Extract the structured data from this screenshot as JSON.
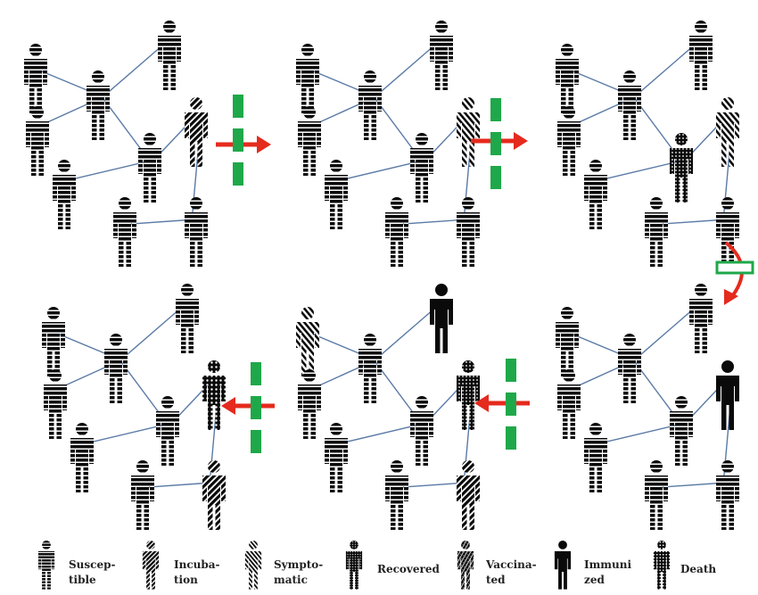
{
  "legend": [
    {
      "key": "susceptible",
      "label": "Suscep-\ntible",
      "pattern": "stripe-h"
    },
    {
      "key": "incubation",
      "label": "Incuba-\ntion",
      "pattern": "stripe-d1"
    },
    {
      "key": "symptomatic",
      "label": "Sympto-\nmatic",
      "pattern": "stripe-d2"
    },
    {
      "key": "recovered",
      "label": "Recovered",
      "pattern": "dots"
    },
    {
      "key": "vaccinated",
      "label": "Vaccina-\nted",
      "pattern": "mixed"
    },
    {
      "key": "immunized",
      "label": "Immuni\nzed",
      "pattern": "solid"
    },
    {
      "key": "death",
      "label": "Death",
      "pattern": "death"
    }
  ],
  "panels": [
    {
      "id": "panel-1",
      "people": [
        "susceptible",
        "susceptible",
        "susceptible",
        "susceptible",
        "susceptible",
        "incubation",
        "susceptible",
        "susceptible",
        "susceptible"
      ]
    },
    {
      "id": "panel-2",
      "people": [
        "susceptible",
        "susceptible",
        "susceptible",
        "susceptible",
        "susceptible",
        "symptomatic",
        "susceptible",
        "susceptible",
        "susceptible"
      ]
    },
    {
      "id": "panel-3",
      "people": [
        "susceptible",
        "susceptible",
        "susceptible",
        "susceptible",
        "recovered",
        "symptomatic",
        "susceptible",
        "susceptible",
        "susceptible"
      ]
    },
    {
      "id": "panel-4",
      "people": [
        "susceptible",
        "susceptible",
        "susceptible",
        "susceptible",
        "susceptible",
        "death",
        "susceptible",
        "susceptible",
        "incubation"
      ]
    },
    {
      "id": "panel-5",
      "people": [
        "symptomatic",
        "susceptible",
        "immunized",
        "susceptible",
        "susceptible",
        "recovered",
        "susceptible",
        "susceptible",
        "incubation"
      ]
    },
    {
      "id": "panel-6",
      "people": [
        "susceptible",
        "susceptible",
        "susceptible",
        "susceptible",
        "susceptible",
        "immunized",
        "susceptible",
        "susceptible",
        "susceptible"
      ]
    }
  ],
  "colors": {
    "figure": "#0a0a0a",
    "link": "#5a7aa6",
    "arrow": "#e52a1e",
    "gate": "#1fa84a"
  }
}
